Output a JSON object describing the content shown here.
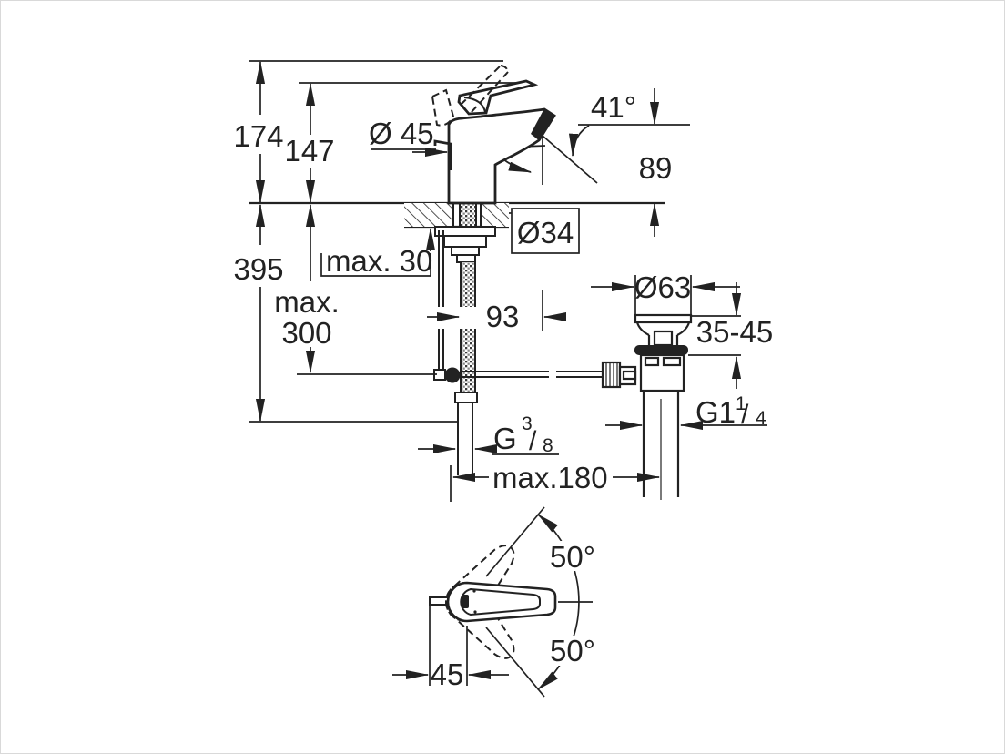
{
  "drawing": {
    "background": "#ffffff",
    "line_color": "#222222",
    "labels": {
      "height_overall": "174",
      "height_to_lever": "147",
      "body_diameter": "Ø 45",
      "spout_angle": "41°",
      "spout_height": "89",
      "depth_below_deck": "395",
      "deck_thickness_max": "max. 30",
      "hole_diameter": "Ø34",
      "hose_length_max_line1": "max.",
      "hose_length_max_line2": "300",
      "spout_reach": "93",
      "waste_flange_diameter": "Ø63",
      "basin_thickness_range": "35-45",
      "waste_thread_prefix": "G1",
      "waste_thread_numerator": "1",
      "waste_thread_slash": "/",
      "waste_thread_denominator": "4",
      "supply_thread_prefix": "G",
      "supply_thread_numerator": "3",
      "supply_thread_slash": "/",
      "supply_thread_denominator": "8",
      "max_drain_distance": "max.180",
      "rod_offset": "45",
      "handle_swing_upper": "50°",
      "handle_swing_lower": "50°"
    }
  }
}
